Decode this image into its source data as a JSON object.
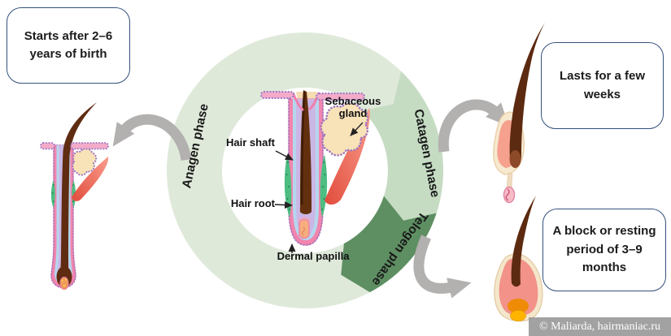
{
  "boxes": {
    "anagen": "Starts after 2–6 years of birth",
    "catagen": "Lasts for a few weeks",
    "telogen": "A block or resting period of 3–9 months"
  },
  "phases": {
    "anagen": "Anagen phase",
    "catagen": "Catagen phase",
    "telogen": "Telogen phase"
  },
  "labels": {
    "sebaceous_gland": "Sebaceous gland",
    "hair_shaft": "Hair shaft",
    "hair_root": "Hair root",
    "dermal_papilla": "Dermal papilla"
  },
  "watermark": "© Maliarda, hairmaniac.ru",
  "colors": {
    "ring_anagen": "#dfe9da",
    "ring_catagen": "#c5dcc3",
    "ring_telogen": "#5e8f62",
    "arrow_gray": "#b3b0b0",
    "box_border": "#34517d"
  }
}
